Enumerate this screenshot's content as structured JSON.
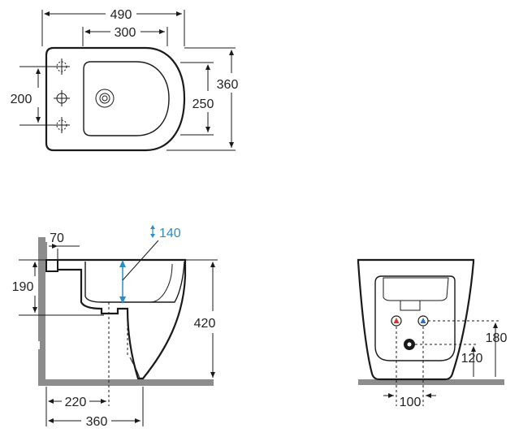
{
  "colors": {
    "line": "#1a1a1a",
    "floor": "#8c8c8c",
    "accent": "#2a8fc4",
    "hot": "#d9342b",
    "cold": "#2a6fc4"
  },
  "top_view": {
    "overall_width": "490",
    "mount_width": "300",
    "depth": "360",
    "bowl_depth": "250",
    "mount_height": "200"
  },
  "side_view": {
    "height_adjust": "140",
    "wall_offset": "70",
    "inlet_height": "190",
    "total_height": "420",
    "outlet_distance": "220",
    "overall_depth": "360"
  },
  "front_view": {
    "supply_height": "180",
    "outlet_height": "120",
    "supply_spacing": "100"
  }
}
